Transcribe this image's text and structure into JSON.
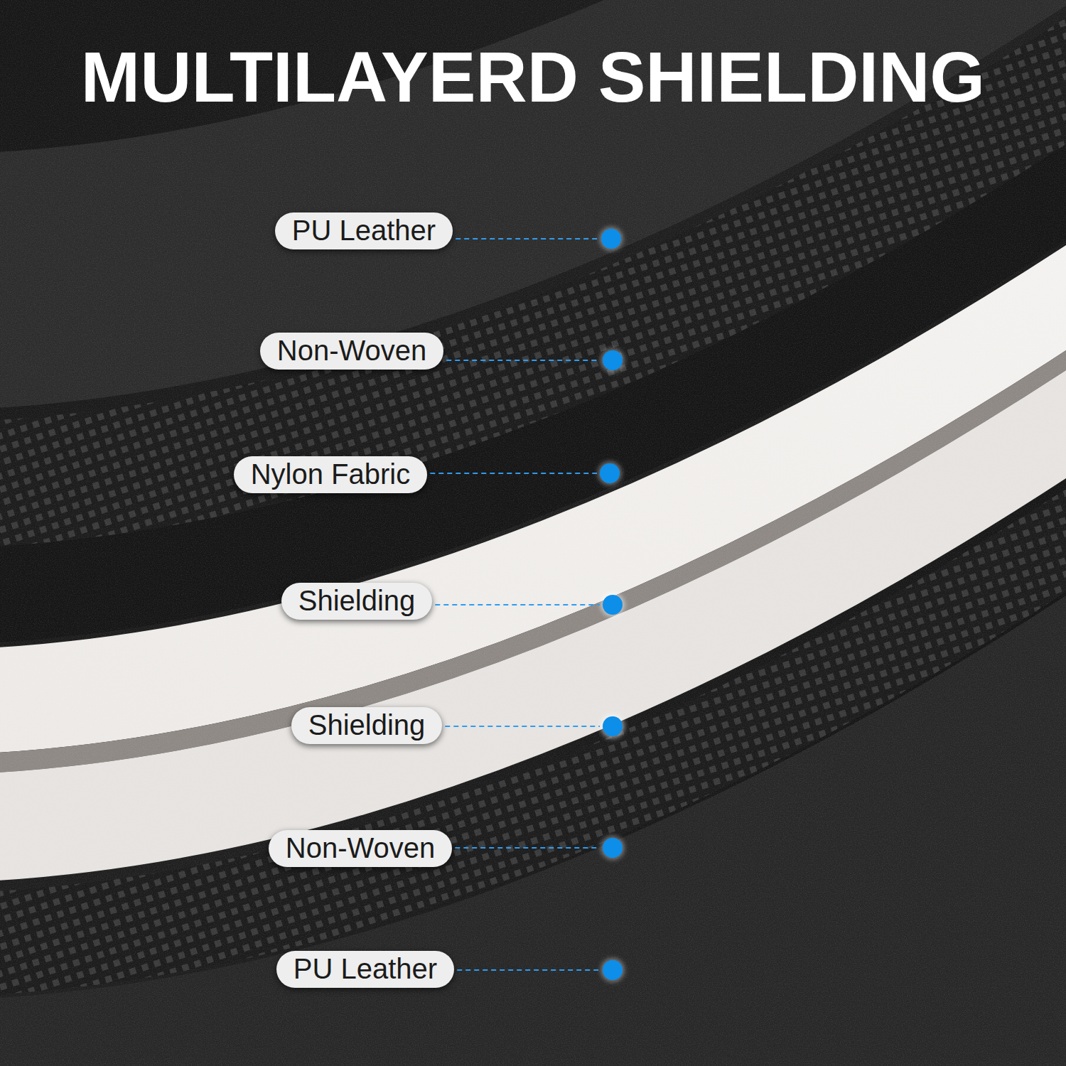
{
  "diagram": {
    "title": "MULTILAYERD SHIELDING",
    "nodes": [
      {
        "text": [
          "PU Leather"
        ]
      },
      {
        "text": [
          "Non-Woven"
        ]
      },
      {
        "text": [
          "Nylon Fabric"
        ]
      },
      {
        "text": [
          "Shielding"
        ]
      },
      {
        "text": [
          "Shielding"
        ]
      },
      {
        "text": [
          "Non-Woven"
        ]
      },
      {
        "text": [
          "PU Leather"
        ]
      }
    ]
  }
}
